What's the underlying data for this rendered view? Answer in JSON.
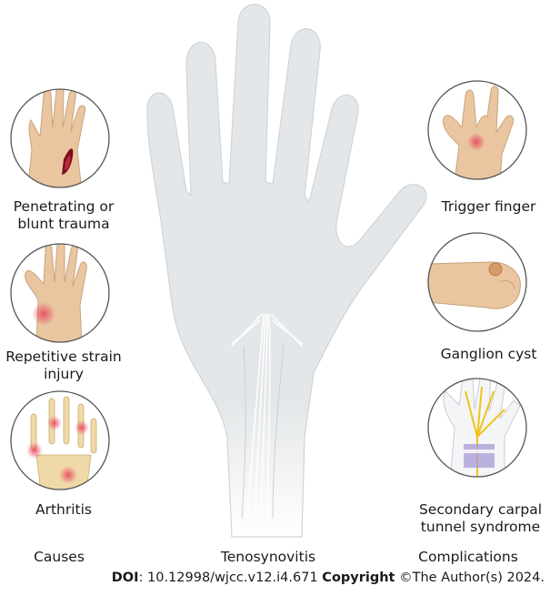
{
  "causes": {
    "heading": "Causes",
    "items": [
      {
        "label_line1": "Penetrating or",
        "label_line2": "blunt trauma"
      },
      {
        "label_line1": "Repetitive strain",
        "label_line2": "injury"
      },
      {
        "label_line1": "Arthritis",
        "label_line2": ""
      }
    ]
  },
  "center": {
    "heading": "Tenosynovitis"
  },
  "complications": {
    "heading": "Complications",
    "items": [
      {
        "label_line1": "Trigger finger",
        "label_line2": ""
      },
      {
        "label_line1": "Ganglion cyst",
        "label_line2": ""
      },
      {
        "label_line1": "Secondary carpal",
        "label_line2": "tunnel syndrome"
      }
    ]
  },
  "footer": {
    "doi_label": "DOI",
    "doi_value": ": 10.12998/wjcc.v12.i4.671 ",
    "copyright_label": "Copyright",
    "copyright_value": " ©The Author(s) 2024."
  },
  "colors": {
    "hand_fill": "#e4e7e9",
    "hand_stroke": "#c9ced2",
    "skin": "#e9c6a0",
    "inflamed": "#e57b8e",
    "circle_stroke": "#555555"
  }
}
